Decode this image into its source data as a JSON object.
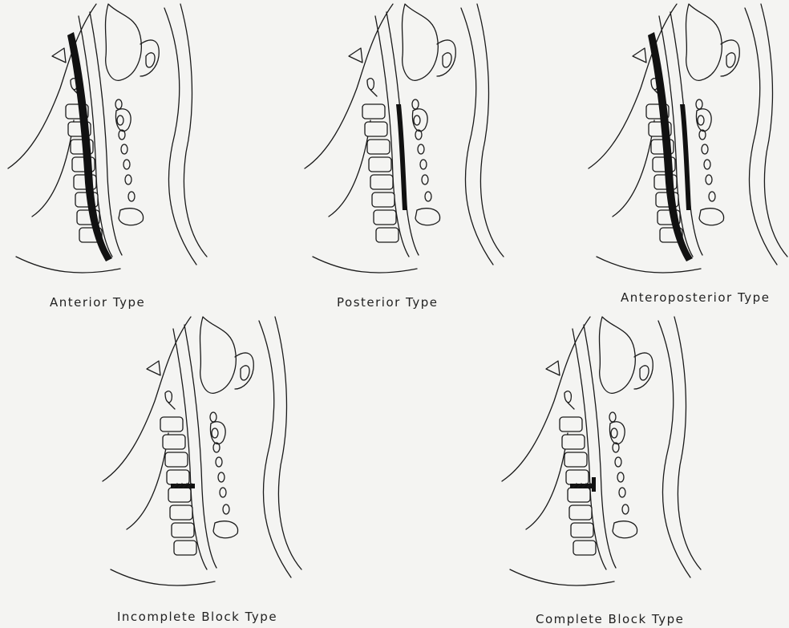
{
  "figure": {
    "background": "#f4f4f2",
    "ink": "#1a1a1a",
    "lesion_color": "#111111",
    "panels": [
      {
        "id": "anterior",
        "caption": "Anterior Type",
        "lesion": "anterior"
      },
      {
        "id": "posterior",
        "caption": "Posterior Type",
        "lesion": "posterior"
      },
      {
        "id": "anteroposterior",
        "caption": "Anteroposterior Type",
        "lesion": "both"
      },
      {
        "id": "incomplete-block",
        "caption": "Incomplete Block Type",
        "lesion": "incomplete-block"
      },
      {
        "id": "complete-block",
        "caption": "Complete Block Type",
        "lesion": "complete-block"
      }
    ]
  }
}
